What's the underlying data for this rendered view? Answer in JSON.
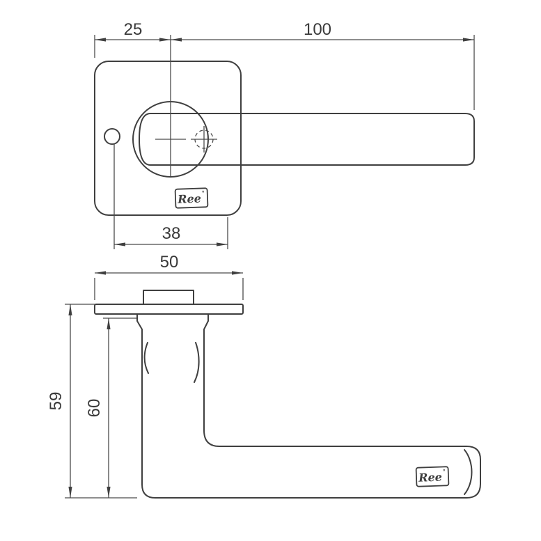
{
  "front_view": {
    "dim_plate_to_center": "25",
    "dim_lever_length": "100",
    "dim_hole_spacing": "38"
  },
  "side_view": {
    "dim_rose_width": "50",
    "dim_overall_height": "59",
    "dim_projection_height": "60"
  },
  "brand_stamp": {
    "text": "Ree",
    "mark": "°"
  },
  "colors": {
    "object_line": "#3f3f3f",
    "thin_line": "#4a4a4a",
    "text": "#3a3a3a",
    "background": "#ffffff"
  }
}
